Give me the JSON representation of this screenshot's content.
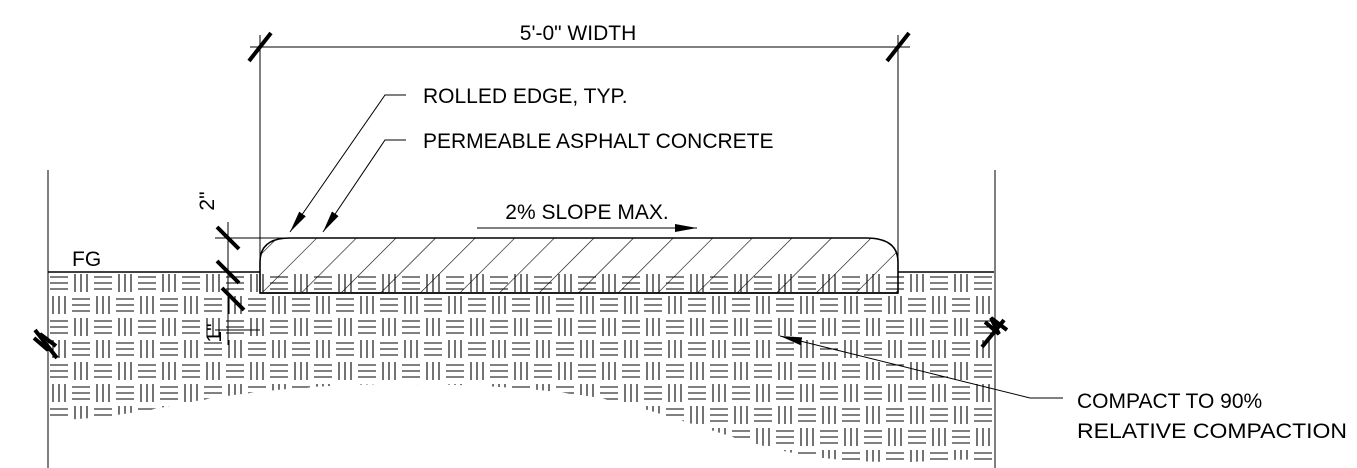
{
  "labels": {
    "width": "5'-0\" WIDTH",
    "rolled_edge": "ROLLED EDGE, TYP.",
    "paving": "PERMEABLE ASPHALT CONCRETE",
    "slope": "2% SLOPE MAX.",
    "finish_grade": "FG",
    "dim_two_inch": "2\"",
    "dim_one_inch": "1\"",
    "compact_line1": "COMPACT TO 90%",
    "compact_line2": "RELATIVE COMPACTION"
  },
  "colors": {
    "ink": "#000000",
    "paper": "#ffffff"
  }
}
